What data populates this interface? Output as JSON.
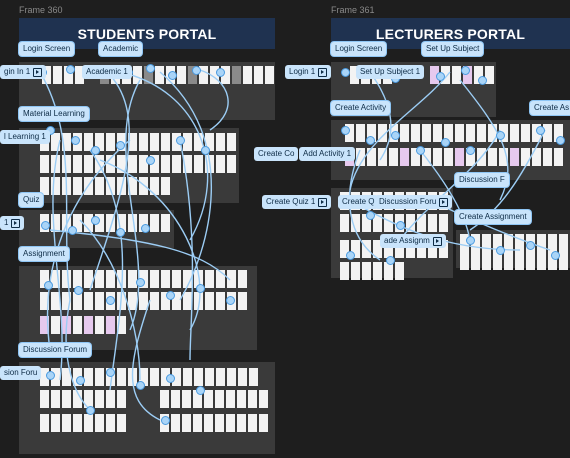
{
  "canvas": {
    "background": "#1e1e1e",
    "wire_color": "#9ccdf5",
    "banner_color": "#1f3250"
  },
  "students": {
    "frame_label": "Frame 360",
    "title": "STUDENTS PORTAL",
    "sections": {
      "login_screen": "Login Screen",
      "academic": "Academic",
      "material_learning": "Material Learning",
      "quiz": "Quiz",
      "assignment": "Assignment",
      "discussion_forum": "Discussion Forum"
    },
    "flows": {
      "login": "gin In 1",
      "academic": "Academic 1",
      "material": "l Learning 1",
      "quiz": "1",
      "discussion": "sion Foru"
    }
  },
  "lecturers": {
    "frame_label": "Frame 361",
    "title": "LECTURERS PORTAL",
    "sections": {
      "login_screen": "Login Screen",
      "set_up_subject": "Set Up Subject",
      "create_activity": "Create Activity",
      "create_assignment": "Create As",
      "discussion_forum": "Discussion F",
      "create_assignment_2": "Create Assignment"
    },
    "flows": {
      "login": "Login 1",
      "set_up_subject": "Set Up Subject 1",
      "create_content": "Create Co",
      "add_activity": "Add Activity 1",
      "create_quiz": "Create Quiz 1",
      "create_q": "Create Q",
      "discussion_forum": "Discussion Foru",
      "create_assignment": "ade Assignm"
    }
  }
}
